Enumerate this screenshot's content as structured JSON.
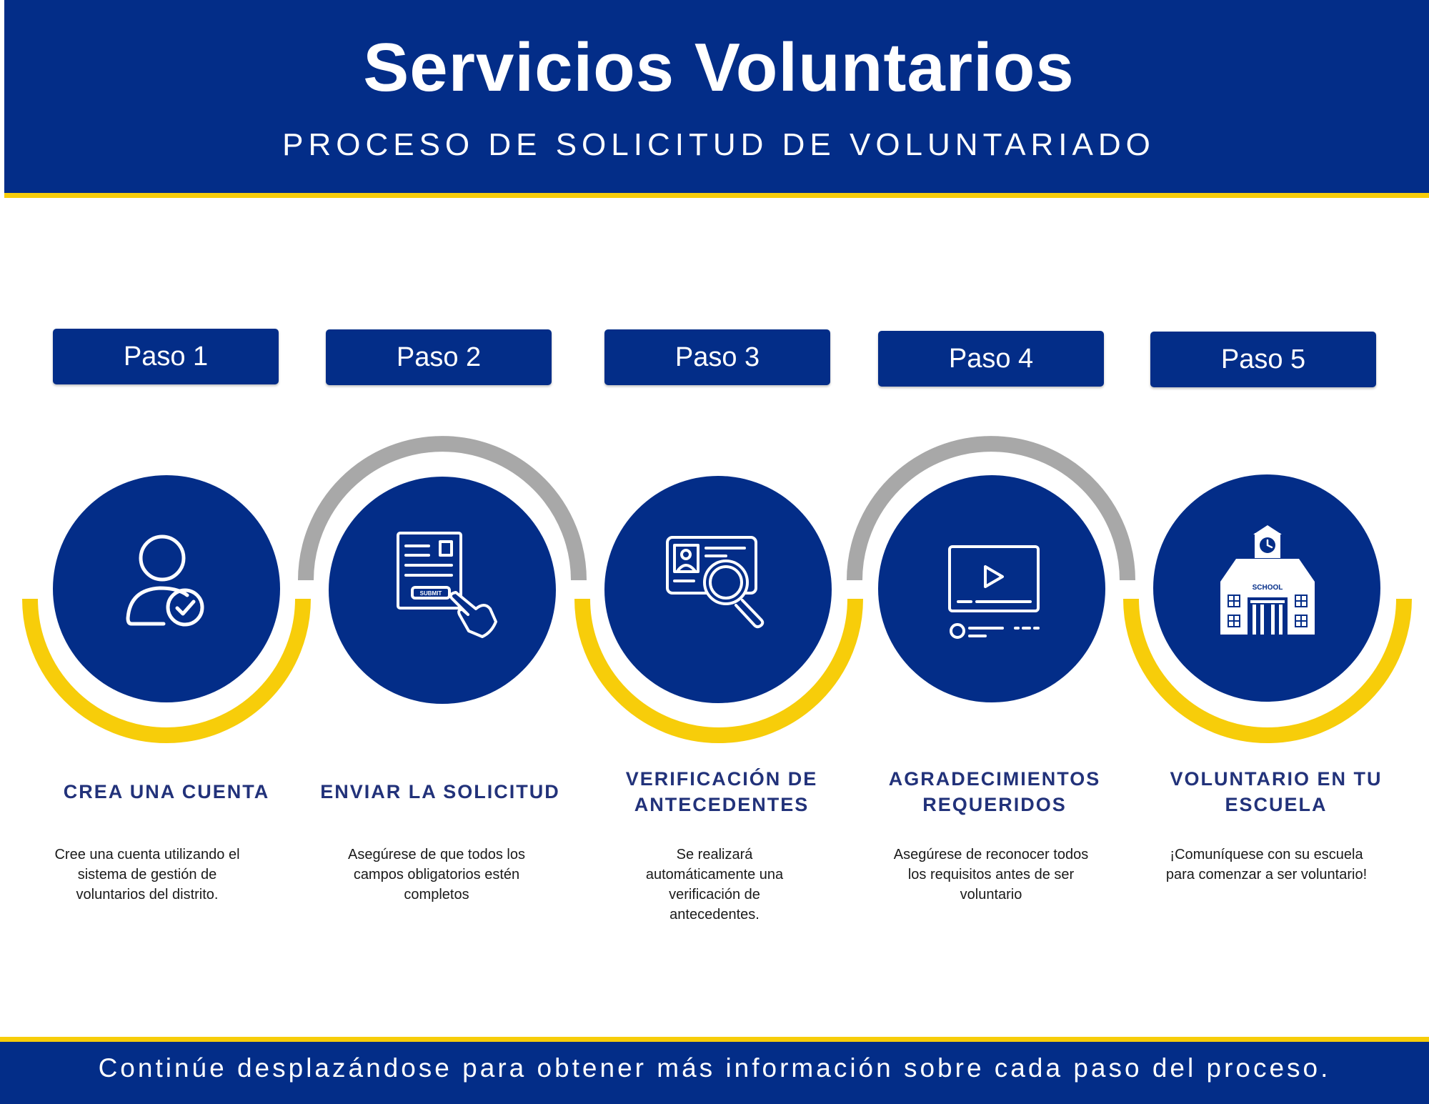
{
  "header": {
    "title": "Servicios Voluntarios",
    "subtitle": "PROCESO DE SOLICITUD DE VOLUNTARIADO"
  },
  "steps": [
    {
      "label": "Paso 1",
      "icon": "user-check-icon",
      "title": "CREA UNA CUENTA",
      "description": "Cree una cuenta utilizando el sistema de gestión de voluntarios del distrito."
    },
    {
      "label": "Paso 2",
      "icon": "submit-form-icon",
      "icon_text": "SUBMIT",
      "title": "ENVIAR LA SOLICITUD",
      "description": "Asegúrese de que todos los campos obligatorios estén completos"
    },
    {
      "label": "Paso 3",
      "icon": "id-card-search-icon",
      "title": "VERIFICACIÓN DE ANTECEDENTES",
      "description": "Se realizará automáticamente una verificación de antecedentes."
    },
    {
      "label": "Paso 4",
      "icon": "video-player-icon",
      "title": "AGRADECIMIENTOS REQUERIDOS",
      "description": "Asegúrese de reconocer todos los requisitos antes de ser voluntario"
    },
    {
      "label": "Paso 5",
      "icon": "school-building-icon",
      "icon_text": "SCHOOL",
      "title": "VOLUNTARIO EN TU ESCUELA",
      "description": "¡Comuníquese con su escuela para comenzar a ser voluntario!"
    }
  ],
  "footer": {
    "text": "Continúe desplazándose para obtener más información sobre cada paso del proceso."
  },
  "colors": {
    "navy": "#032d88",
    "yellow": "#f7cd0a",
    "gray": "#a8a8a8",
    "title_text": "#22327a"
  }
}
